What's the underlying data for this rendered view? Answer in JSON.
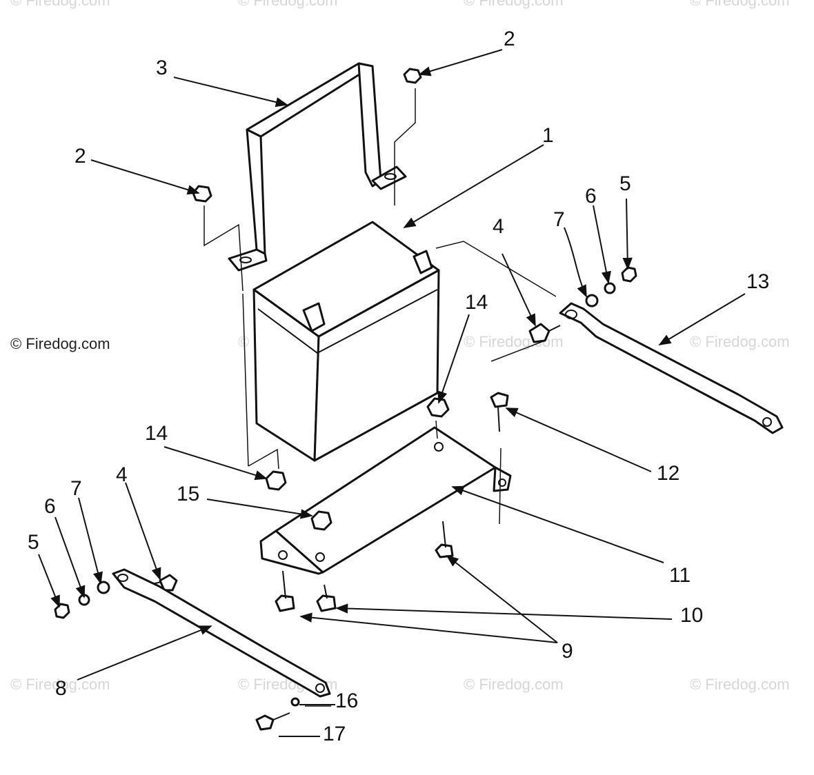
{
  "credit": "© Firedog.com",
  "watermark": "© Firedog.com",
  "callouts": [
    {
      "id": "c1",
      "label": "1"
    },
    {
      "id": "c2a",
      "label": "2"
    },
    {
      "id": "c2b",
      "label": "2"
    },
    {
      "id": "c3",
      "label": "3"
    },
    {
      "id": "c4a",
      "label": "4"
    },
    {
      "id": "c4b",
      "label": "4"
    },
    {
      "id": "c5a",
      "label": "5"
    },
    {
      "id": "c5b",
      "label": "5"
    },
    {
      "id": "c6a",
      "label": "6"
    },
    {
      "id": "c6b",
      "label": "6"
    },
    {
      "id": "c7a",
      "label": "7"
    },
    {
      "id": "c7b",
      "label": "7"
    },
    {
      "id": "c8",
      "label": "8"
    },
    {
      "id": "c9",
      "label": "9"
    },
    {
      "id": "c10",
      "label": "10"
    },
    {
      "id": "c11",
      "label": "11"
    },
    {
      "id": "c12",
      "label": "12"
    },
    {
      "id": "c13",
      "label": "13"
    },
    {
      "id": "c14a",
      "label": "14"
    },
    {
      "id": "c14b",
      "label": "14"
    },
    {
      "id": "c15",
      "label": "15"
    },
    {
      "id": "c16",
      "label": "16"
    },
    {
      "id": "c17",
      "label": "17"
    }
  ]
}
